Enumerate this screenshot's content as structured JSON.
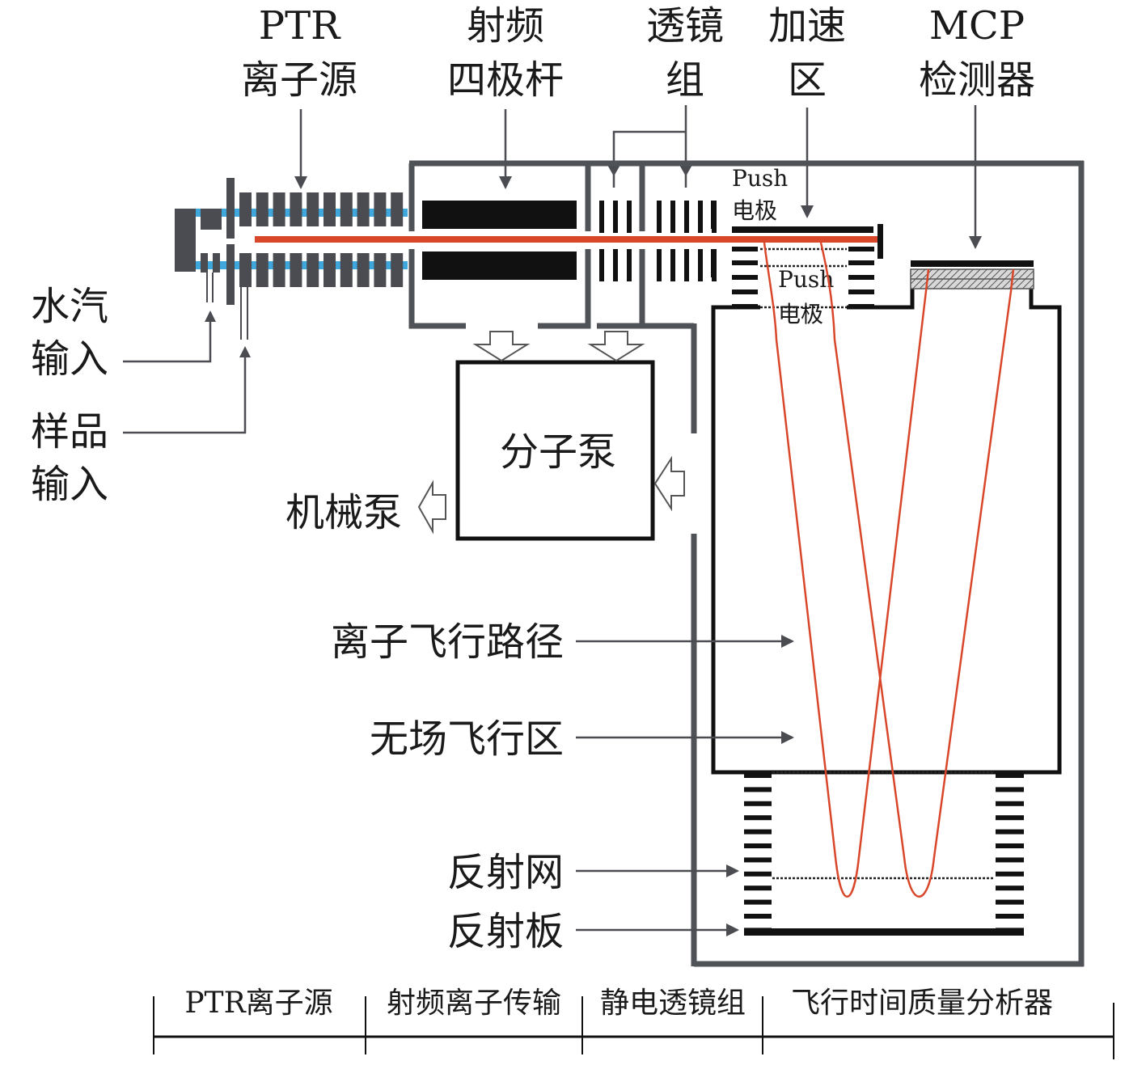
{
  "title": "PTR-TOF-MS instrument schematic",
  "colors": {
    "wall": "#4f5257",
    "electrode": "#111111",
    "ion_beam": "#d9472b",
    "gas_channel": "#3fa7db"
  },
  "top_labels": {
    "ptr_source": [
      "PTR",
      "离子源"
    ],
    "rf_quadrupole": [
      "射频",
      "四极杆"
    ],
    "lens_group": [
      "透镜",
      "组"
    ],
    "acceleration": [
      "加速",
      "区"
    ],
    "mcp_detector": [
      "MCP",
      "检测器"
    ]
  },
  "push_electrode_upper": [
    "Push",
    "电极"
  ],
  "push_electrode_lower": [
    "Push",
    "电极"
  ],
  "left_labels": {
    "water_vapor_input": [
      "水汽",
      "输入"
    ],
    "sample_input": [
      "样品",
      "输入"
    ]
  },
  "pumps": {
    "molecular_pump": "分子泵",
    "mechanical_pump": "机械泵"
  },
  "side_labels": {
    "ion_flight_path": "离子飞行路径",
    "field_free_region": "无场飞行区",
    "reflectron_grid": "反射网",
    "reflectron_plate": "反射板"
  },
  "footer_sections": [
    "PTR离子源",
    "射频离子传输",
    "静电透镜组",
    "飞行时间质量分析器"
  ]
}
